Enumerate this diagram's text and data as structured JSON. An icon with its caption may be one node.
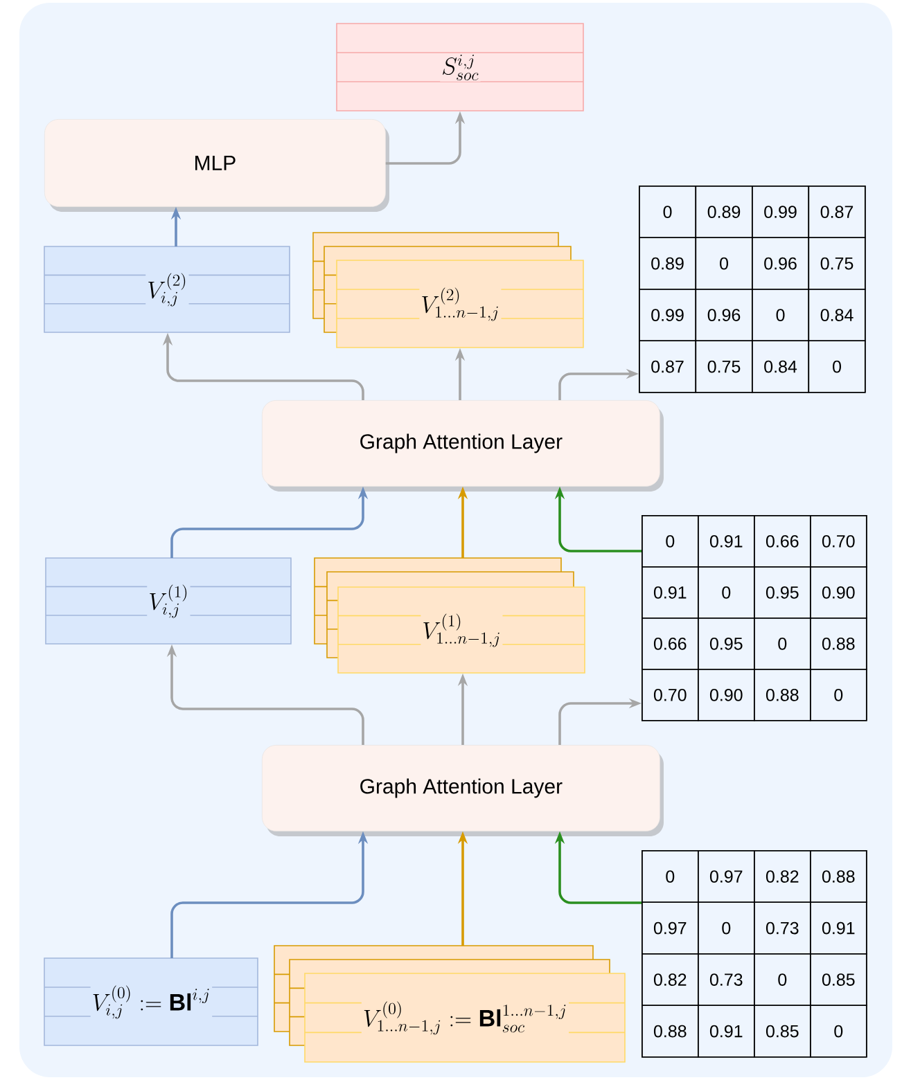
{
  "diagram": {
    "nodes": [
      {
        "text": [
          "S^{i,j}_{soc}"
        ]
      },
      {
        "text": [
          "MLP"
        ]
      },
      {
        "text": [
          "V^{(2)}_{i,j}"
        ]
      },
      {
        "text": [
          "V^{(2)}_{1\\ldots n-1,j}"
        ]
      },
      {
        "text": [
          "0",
          "0.89",
          "0.99",
          "0.87",
          "0.89",
          "0",
          "0.96",
          "0.75",
          "0.99",
          "0.96",
          "0",
          "0.84",
          "0.87",
          "0.75",
          "0.84",
          "0"
        ]
      },
      {
        "text": [
          "Graph Attention Layer"
        ]
      },
      {
        "text": [
          "V^{(1)}_{i,j}"
        ]
      },
      {
        "text": [
          "V^{(1)}_{1\\ldots n-1,j}"
        ]
      },
      {
        "text": [
          "0",
          "0.91",
          "0.66",
          "0.70",
          "0.91",
          "0",
          "0.95",
          "0.90",
          "0.66",
          "0.95",
          "0",
          "0.88",
          "0.70",
          "0.90",
          "0.88",
          "0"
        ]
      },
      {
        "text": [
          "Graph Attention Layer"
        ]
      },
      {
        "text": [
          "V^{(0)}_{i,j} := \\mathbf{Bl}^{i,j}"
        ]
      },
      {
        "text": [
          "V^{(0)}_{1\\ldots n-1,j} := \\mathbf{Bl}^{1\\ldots n-1,j}_{soc}"
        ]
      },
      {
        "text": [
          "0",
          "0.97",
          "0.82",
          "0.88",
          "0.97",
          "0",
          "0.73",
          "0.91",
          "0.82",
          "0.73",
          "0",
          "0.85",
          "0.88",
          "0.91",
          "0.85",
          "0"
        ]
      }
    ],
    "edges": [
      {
        "from": 1,
        "to": 0,
        "arrow": "to"
      },
      {
        "from": 2,
        "to": 1,
        "arrow": "to",
        "color": "#6c8ebf"
      },
      {
        "from": 5,
        "to": 2,
        "arrow": "to"
      },
      {
        "from": 5,
        "to": 3,
        "arrow": "to"
      },
      {
        "from": 5,
        "to": 4,
        "arrow": "to"
      },
      {
        "from": 6,
        "to": 5,
        "arrow": "to",
        "color": "#6c8ebf"
      },
      {
        "from": 7,
        "to": 5,
        "arrow": "to",
        "color": "#d79b00"
      },
      {
        "from": 8,
        "to": 5,
        "arrow": "to",
        "color": "#2a8f1f"
      },
      {
        "from": 9,
        "to": 6,
        "arrow": "to"
      },
      {
        "from": 9,
        "to": 7,
        "arrow": "to"
      },
      {
        "from": 9,
        "to": 8,
        "arrow": "to"
      },
      {
        "from": 10,
        "to": 9,
        "arrow": "to",
        "color": "#6c8ebf"
      },
      {
        "from": 11,
        "to": 9,
        "arrow": "to",
        "color": "#d79b00"
      },
      {
        "from": 12,
        "to": 9,
        "arrow": "to",
        "color": "#2a8f1f"
      }
    ]
  }
}
